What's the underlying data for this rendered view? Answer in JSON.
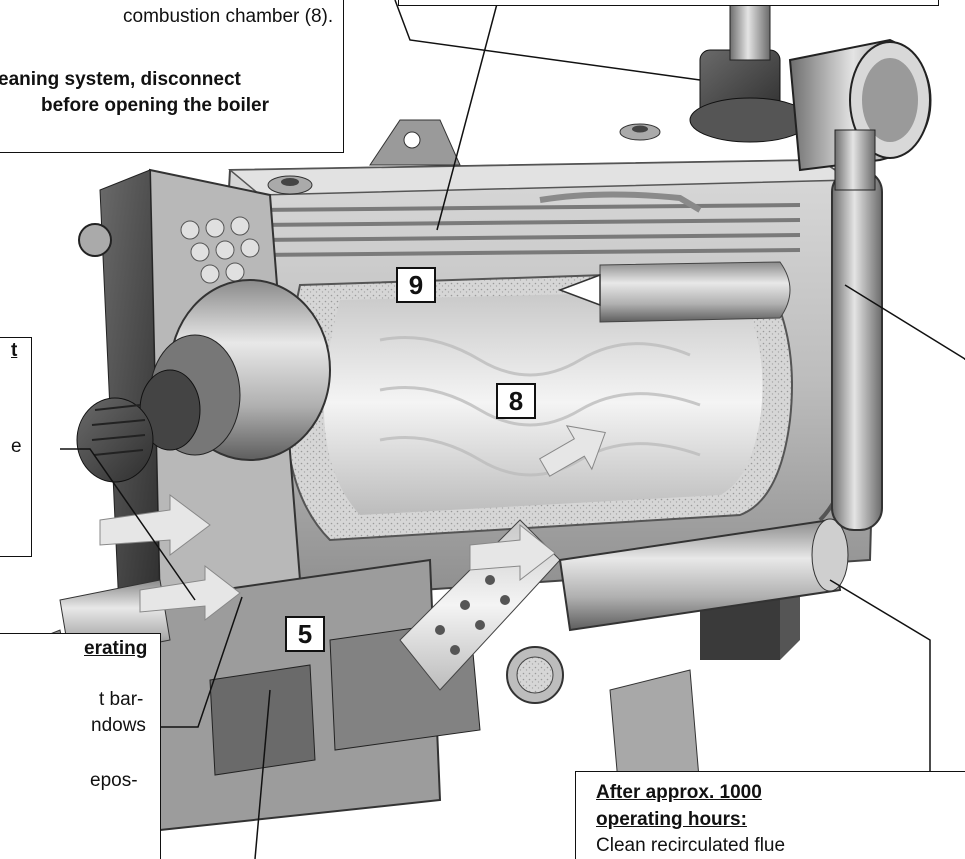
{
  "top_left_box": {
    "line1": "combustion chamber (8).",
    "line2": "eaning system, disconnect",
    "line3": "before opening the boiler"
  },
  "left_box": {
    "line1": "t",
    "line2": "e"
  },
  "bottom_left_box": {
    "heading": "erating",
    "line1": "t bar-",
    "line2": "ndows",
    "line3": "epos-"
  },
  "bottom_right_box": {
    "heading1": "After approx. 1000",
    "heading2": "operating hours:",
    "line1": "Clean recirculated flue"
  },
  "callouts": {
    "c9": "9",
    "c8": "8",
    "c5": "5"
  }
}
